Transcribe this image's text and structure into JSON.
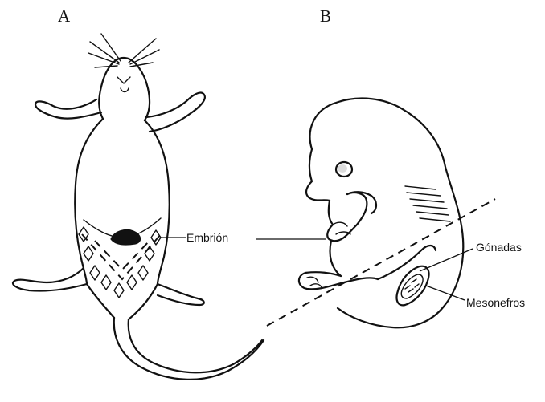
{
  "panels": {
    "a": {
      "label": "A"
    },
    "b": {
      "label": "B"
    }
  },
  "callouts": {
    "embrion": "Embrión",
    "gonadas": "Gónadas",
    "mesonefros": "Mesonefros"
  },
  "colors": {
    "ink": "#111111",
    "background": "#ffffff"
  }
}
